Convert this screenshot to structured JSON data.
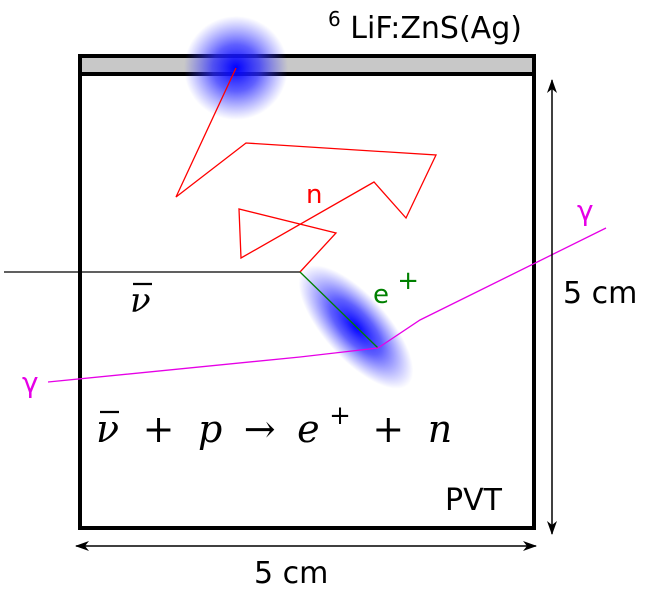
{
  "labels": {
    "scintillator_layer": {
      "superscript": "6",
      "text": "LiF:ZnS(Ag)"
    },
    "bulk_material": "PVT",
    "width_dimension": "5 cm",
    "height_dimension": "5 cm",
    "neutron": "n",
    "positron": {
      "base": "e",
      "superscript": "+"
    },
    "gamma_upper": "γ",
    "gamma_lower": "γ",
    "antineutrino": {
      "symbol": "ν",
      "bar": "̄"
    }
  },
  "reaction_equation": {
    "lhs_particle": "ν",
    "plus_1": "+",
    "proton": "p",
    "arrow": "→",
    "positron_base": "e",
    "positron_charge": "+",
    "plus_2": "+",
    "neutron": "n"
  },
  "colors": {
    "frame": "#000000",
    "layer_fill": "#c8c8c8",
    "neutron_track": "#ff0000",
    "positron_track": "#008000",
    "positron_label": "#008000",
    "gamma_track": "#e600e6",
    "antineutrino_track": "#000000",
    "energy_deposit": "#1a1aff"
  }
}
